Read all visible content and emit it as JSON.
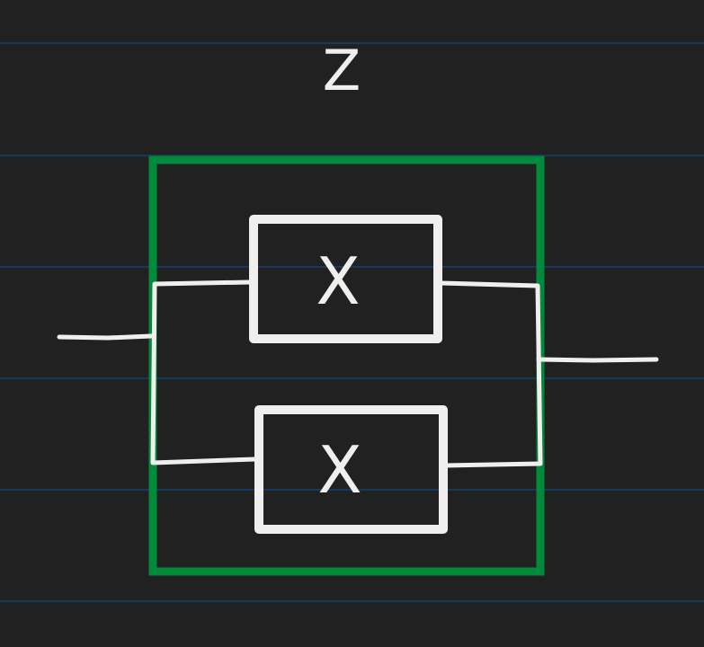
{
  "diagram": {
    "title": "Z",
    "blocks": [
      {
        "label": "X"
      },
      {
        "label": "X"
      }
    ],
    "colors": {
      "background": "#212121",
      "rule": "#173a5c",
      "frame": "#008a3a",
      "ink": "#f0efed"
    }
  }
}
